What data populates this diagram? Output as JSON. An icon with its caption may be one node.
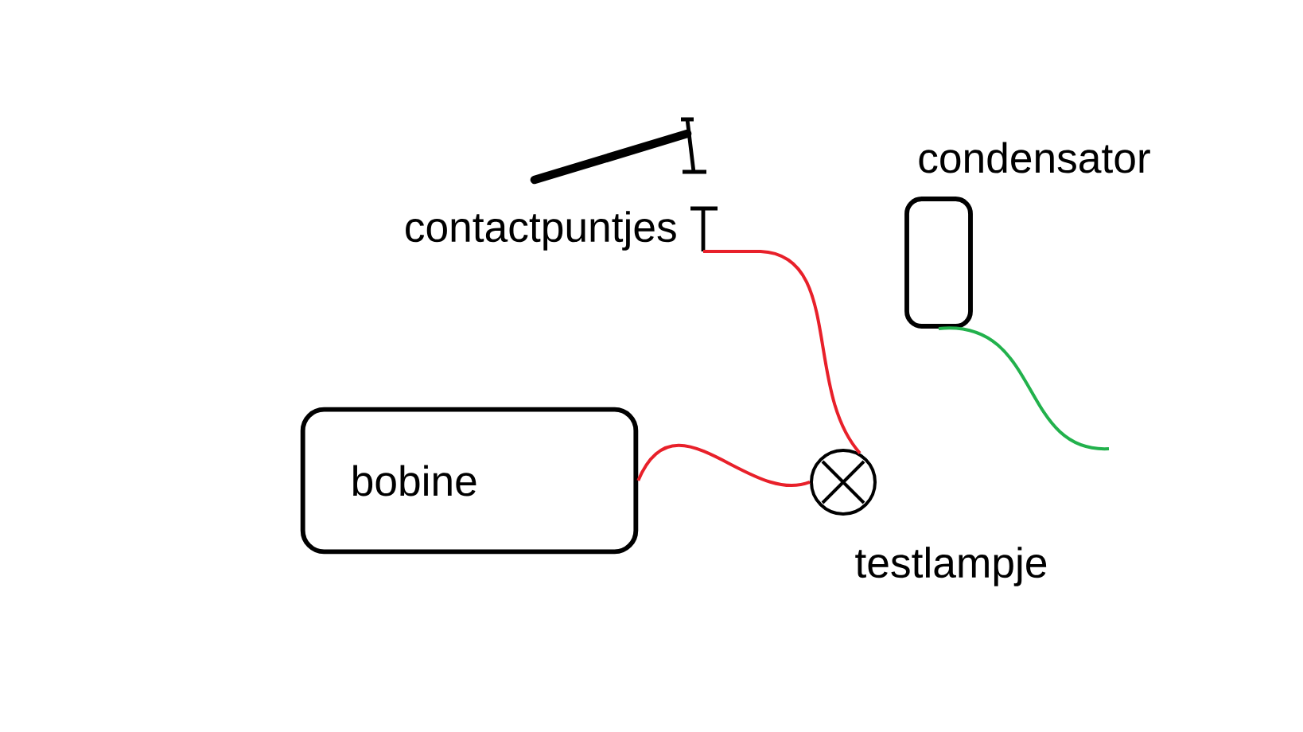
{
  "diagram": {
    "nodes": [
      {
        "text": [
          "bobine"
        ]
      },
      {
        "text": [
          "testlampje"
        ]
      },
      {
        "text": [
          "contactpuntjes"
        ]
      },
      {
        "text": [
          "condensator"
        ]
      }
    ],
    "edges": [
      {
        "from": 0,
        "to": 1,
        "arrow": "none",
        "color": "#e8202a"
      },
      {
        "from": 2,
        "to": 1,
        "arrow": "none",
        "color": "#e8202a"
      },
      {
        "from": 3,
        "to": null,
        "arrow": "none",
        "color": "#22b14c"
      }
    ]
  }
}
